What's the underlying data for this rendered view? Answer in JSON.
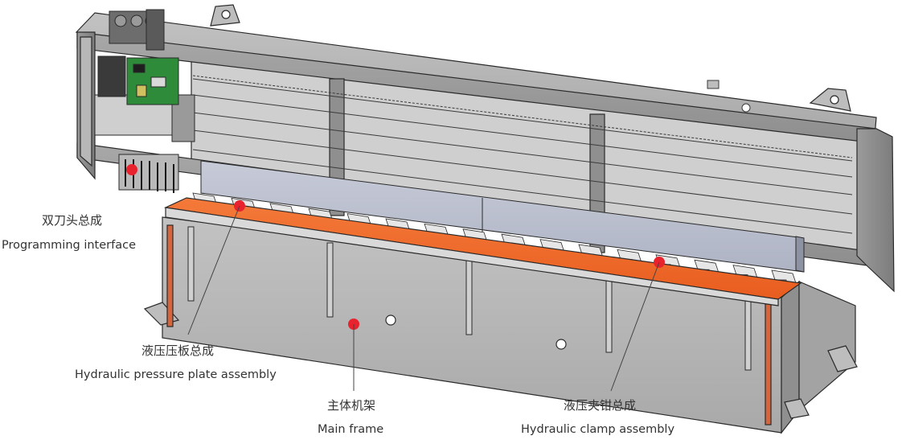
{
  "labels": {
    "cutter_cn": "双刀头总成",
    "cutter_en": "Programming interface",
    "plate_cn": "液压压板总成",
    "plate_en": "Hydraulic pressure plate assembly",
    "frame_cn": "主体机架",
    "frame_en": "Main frame",
    "clamp_cn": "液压夹钳总成",
    "clamp_en": "Hydraulic clamp assembly"
  },
  "colors": {
    "marker": "#e8232d",
    "clamp_rail": "#f06a2b",
    "frame_gray": "#b4b4b4",
    "beam_gray": "#9a9a9a",
    "outline": "#2a2a2a",
    "pcb_green": "#2e8b3a"
  }
}
